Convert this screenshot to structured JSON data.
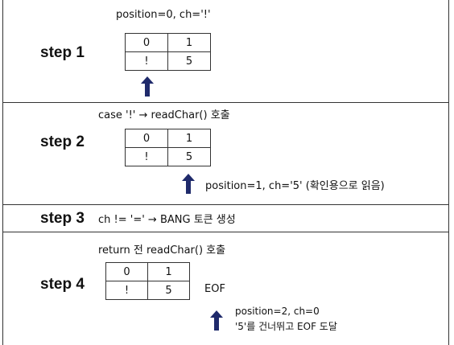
{
  "colors": {
    "arrow": "#1f2a6b",
    "border": "#333333"
  },
  "icons": {
    "pointer": "up-arrow-icon"
  },
  "steps": [
    {
      "label": "step 1",
      "note": "position=0, ch='!'",
      "cells": {
        "index": [
          "0",
          "1"
        ],
        "value": [
          "!",
          "5"
        ]
      }
    },
    {
      "label": "step 2",
      "note": "case '!' → readChar() 호출",
      "cells": {
        "index": [
          "0",
          "1"
        ],
        "value": [
          "!",
          "5"
        ]
      },
      "pointer_note": "position=1, ch='5' (확인용으로 읽음)"
    },
    {
      "label": "step 3",
      "note": "ch != '=' → BANG 토큰 생성"
    },
    {
      "label": "step 4",
      "note": "return 전 readChar() 호출",
      "cells": {
        "index": [
          "0",
          "1"
        ],
        "value": [
          "!",
          "5"
        ]
      },
      "eof": "EOF",
      "pointer_note_1": "position=2, ch=0",
      "pointer_note_2": "'5'를 건너뛰고 EOF 도달"
    }
  ]
}
